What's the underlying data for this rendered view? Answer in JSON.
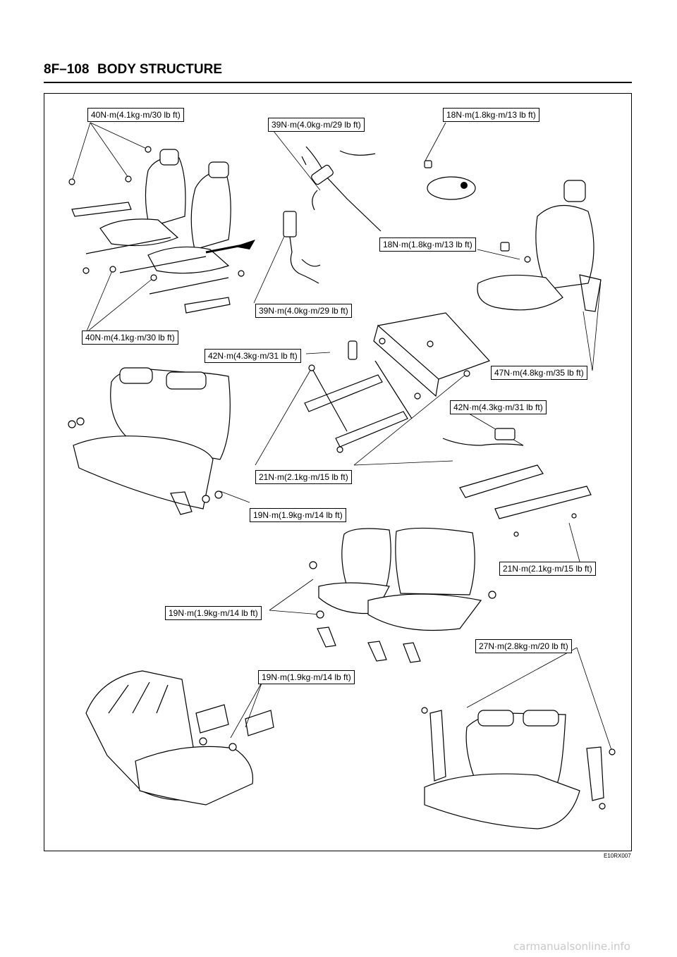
{
  "header": {
    "page_number": "8F–108",
    "section_title": "BODY STRUCTURE"
  },
  "callouts": [
    {
      "id": "c1",
      "text": "40N·m(4.1kg·m/30 lb ft)"
    },
    {
      "id": "c2",
      "text": "39N·m(4.0kg·m/29 lb ft)"
    },
    {
      "id": "c3",
      "text": "18N·m(1.8kg·m/13 lb ft)"
    },
    {
      "id": "c4",
      "text": "18N·m(1.8kg·m/13 lb ft)"
    },
    {
      "id": "c5",
      "text": "39N·m(4.0kg·m/29 lb ft)"
    },
    {
      "id": "c6",
      "text": "40N·m(4.1kg·m/30 lb ft)"
    },
    {
      "id": "c7",
      "text": "42N·m(4.3kg·m/31 lb ft)"
    },
    {
      "id": "c8",
      "text": "47N·m(4.8kg·m/35 lb ft)"
    },
    {
      "id": "c9",
      "text": "42N·m(4.3kg·m/31 lb ft)"
    },
    {
      "id": "c10",
      "text": "21N·m(2.1kg·m/15 lb ft)"
    },
    {
      "id": "c11",
      "text": "19N·m(1.9kg·m/14 lb ft)"
    },
    {
      "id": "c12",
      "text": "21N·m(2.1kg·m/15 lb ft)"
    },
    {
      "id": "c13",
      "text": "19N·m(1.9kg·m/14 lb ft)"
    },
    {
      "id": "c14",
      "text": "27N·m(2.8kg·m/20 lb ft)"
    },
    {
      "id": "c15",
      "text": "19N·m(1.9kg·m/14 lb ft)"
    }
  ],
  "figure_code": "E10RX007",
  "watermark": "carmanualsonline.info"
}
